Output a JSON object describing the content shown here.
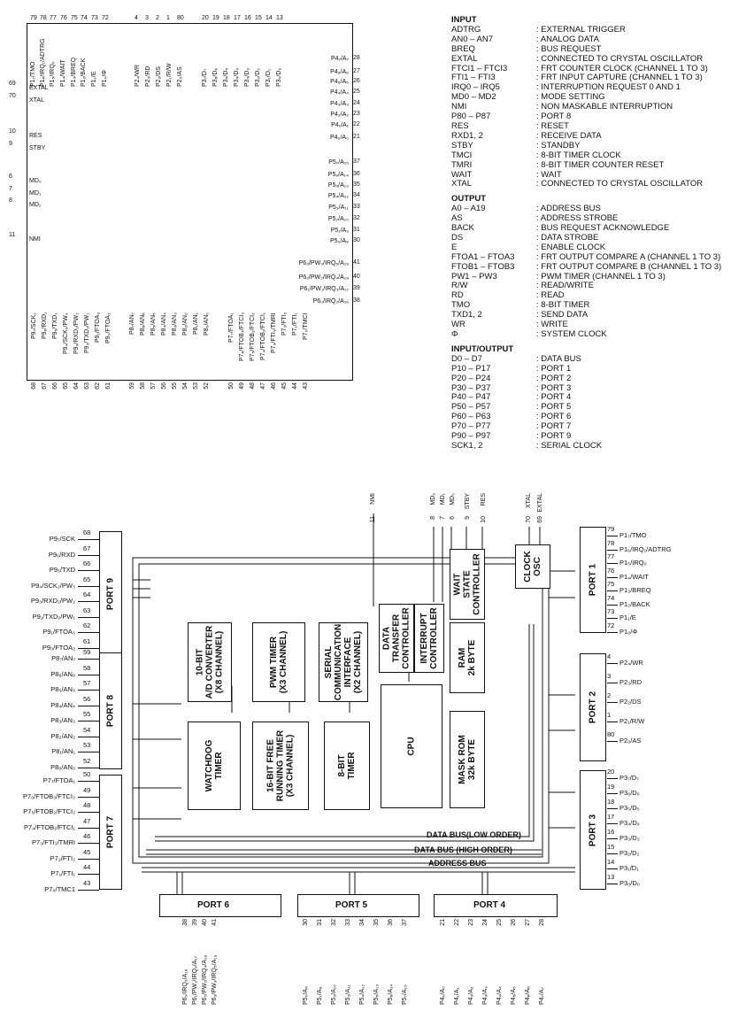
{
  "pinout": {
    "top_pins": [
      {
        "num": "79",
        "label": "P1₇/TMO"
      },
      {
        "num": "78",
        "label": "P1₆/IRQ₁/ADTRG"
      },
      {
        "num": "77",
        "label": "P1₅/IRQ₀"
      },
      {
        "num": "76",
        "label": "P1₄/WAIT"
      },
      {
        "num": "75",
        "label": "P1₃/BREQ"
      },
      {
        "num": "74",
        "label": "P1₂/BACK"
      },
      {
        "num": "73",
        "label": "P1₁/E"
      },
      {
        "num": "72",
        "label": "P1₀/Φ"
      },
      {
        "num": "4",
        "label": "P2₄/WR"
      },
      {
        "num": "3",
        "label": "P2₃/RD"
      },
      {
        "num": "2",
        "label": "P2₂/DS"
      },
      {
        "num": "1",
        "label": "P2₁/R/W"
      },
      {
        "num": "80",
        "label": "P2₀/AS"
      },
      {
        "num": "20",
        "label": "P3₇/D₇"
      },
      {
        "num": "19",
        "label": "P3₆/D₆"
      },
      {
        "num": "18",
        "label": "P3₅/D₅"
      },
      {
        "num": "17",
        "label": "P3₄/D₄"
      },
      {
        "num": "16",
        "label": "P3₃/D₃"
      },
      {
        "num": "15",
        "label": "P3₂/D₂"
      },
      {
        "num": "14",
        "label": "P3₁/D₁"
      },
      {
        "num": "13",
        "label": "P3₀/D₀"
      }
    ],
    "left_pins": [
      {
        "num": "69",
        "label": "EXTAL"
      },
      {
        "num": "70",
        "label": "XTAL"
      },
      {
        "num": "10",
        "label": "RES"
      },
      {
        "num": "9",
        "label": "STBY"
      },
      {
        "num": "6",
        "label": "MD₀"
      },
      {
        "num": "7",
        "label": "MD₁"
      },
      {
        "num": "8",
        "label": "MD₂"
      },
      {
        "num": "11",
        "label": "NMI"
      }
    ],
    "right_pins": [
      {
        "num": "28",
        "label": "P4₇/A₇"
      },
      {
        "num": "27",
        "label": "P4₆/A₆"
      },
      {
        "num": "26",
        "label": "P4₅/A₅"
      },
      {
        "num": "25",
        "label": "P4₄/A₄"
      },
      {
        "num": "24",
        "label": "P4₃/A₃"
      },
      {
        "num": "23",
        "label": "P4₂/A₂"
      },
      {
        "num": "22",
        "label": "P4₁/A₁"
      },
      {
        "num": "21",
        "label": "P4₀/A₀"
      },
      {
        "num": "37",
        "label": "P5₇/A₁₅"
      },
      {
        "num": "36",
        "label": "P5₆/A₁₄"
      },
      {
        "num": "35",
        "label": "P5₅/A₁₃"
      },
      {
        "num": "34",
        "label": "P5₄/A₁₂"
      },
      {
        "num": "33",
        "label": "P5₃/A₁₁"
      },
      {
        "num": "32",
        "label": "P5₂/A₁₀"
      },
      {
        "num": "31",
        "label": "P5₁/A₉"
      },
      {
        "num": "30",
        "label": "P5₀/A₈"
      },
      {
        "num": "41",
        "label": "P6₃/PW₃/IRQ₅/A₁₉"
      },
      {
        "num": "40",
        "label": "P6₂/PW₂/IRQ₄/A₁₈"
      },
      {
        "num": "39",
        "label": "P6₁/PW₁/IRQ₃/A₁₇"
      },
      {
        "num": "38",
        "label": "P6₀/IRQ₂/A₁₆"
      }
    ],
    "bottom_pins": [
      {
        "num": "68",
        "label": "P9₇/SCK₁"
      },
      {
        "num": "67",
        "label": "P9₆/RXD₁"
      },
      {
        "num": "66",
        "label": "P9₅/TXD₁"
      },
      {
        "num": "65",
        "label": "P9₄/SCK₂/PW₃"
      },
      {
        "num": "64",
        "label": "P9₃/RXD₂/PW₂"
      },
      {
        "num": "63",
        "label": "P9₂/TXD₂/PW₁"
      },
      {
        "num": "62",
        "label": "P9₁/FTOA₃"
      },
      {
        "num": "61",
        "label": "P9₀/FTOA₂"
      },
      {
        "num": "59",
        "label": "P8₇/AN₇"
      },
      {
        "num": "58",
        "label": "P8₆/AN₆"
      },
      {
        "num": "57",
        "label": "P8₅/AN₅"
      },
      {
        "num": "56",
        "label": "P8₄/AN₄"
      },
      {
        "num": "55",
        "label": "P8₃/AN₃"
      },
      {
        "num": "54",
        "label": "P8₂/AN₂"
      },
      {
        "num": "53",
        "label": "P8₁/AN₁"
      },
      {
        "num": "52",
        "label": "P8₀/AN₀"
      },
      {
        "num": "50",
        "label": "P7₇/FTOA₁"
      },
      {
        "num": "49",
        "label": "P7₆/FTOB₃/FTCI₃"
      },
      {
        "num": "48",
        "label": "P7₅/FTOB₂/FTCI₂"
      },
      {
        "num": "47",
        "label": "P7₄/FTOB₁/FTCI₁"
      },
      {
        "num": "46",
        "label": "P7₃/FTI₃/TMRI"
      },
      {
        "num": "45",
        "label": "P7₂/FTI₂"
      },
      {
        "num": "44",
        "label": "P7₁/FTI₁"
      },
      {
        "num": "43",
        "label": "P7₀/TMCI"
      }
    ]
  },
  "legend": [
    {
      "heading": "INPUT",
      "rows": [
        [
          "ADTRG",
          ": EXTERNAL TRIGGER"
        ],
        [
          "AN0 – AN7",
          ": ANALOG DATA"
        ],
        [
          "BREQ",
          ": BUS REQUEST"
        ],
        [
          "EXTAL",
          ": CONNECTED TO CRYSTAL OSCILLATOR"
        ],
        [
          "FTCI1 – FTCI3",
          ": FRT COUNTER CLOCK (CHANNEL 1 TO 3)"
        ],
        [
          "FTI1 – FTI3",
          ": FRT INPUT CAPTURE (CHANNEL 1 TO 3)"
        ],
        [
          "IRQ0 – IRQ5",
          ": INTERRUPTION REQUEST 0 AND 1"
        ],
        [
          "MD0 – MD2",
          ": MODE SETTING"
        ],
        [
          "NMI",
          ": NON MASKABLE INTERRUPTION"
        ],
        [
          "P80 – P87",
          ": PORT 8"
        ],
        [
          "RES",
          ": RESET"
        ],
        [
          "RXD1, 2",
          ": RECEIVE DATA"
        ],
        [
          "STBY",
          ": STANDBY"
        ],
        [
          "TMCI",
          ": 8-BIT TIMER CLOCK"
        ],
        [
          "TMRI",
          ": 8-BIT TIMER COUNTER RESET"
        ],
        [
          "WAIT",
          ": WAIT"
        ],
        [
          "XTAL",
          ": CONNECTED TO CRYSTAL OSCILLATOR"
        ]
      ]
    },
    {
      "heading": "OUTPUT",
      "rows": [
        [
          "A0 – A19",
          ": ADDRESS BUS"
        ],
        [
          "AS",
          ": ADDRESS STROBE"
        ],
        [
          "BACK",
          ": BUS REQUEST ACKNOWLEDGE"
        ],
        [
          "DS",
          ": DATA STROBE"
        ],
        [
          "E",
          ": ENABLE CLOCK"
        ],
        [
          "FTOA1 – FTOA3",
          ": FRT OUTPUT COMPARE A (CHANNEL 1 TO 3)"
        ],
        [
          "FTOB1 – FTOB3",
          ": FRT OUTPUT COMPARE B (CHANNEL 1 TO 3)"
        ],
        [
          "PW1 – PW3",
          ": PWM TIMER (CHANNEL 1 TO 3)"
        ],
        [
          "R/W",
          ": READ/WRITE"
        ],
        [
          "RD",
          ": READ"
        ],
        [
          "TMO",
          ": 8-BIT TIMER"
        ],
        [
          "TXD1, 2",
          ": SEND DATA"
        ],
        [
          "WR",
          ": WRITE"
        ],
        [
          "Φ",
          ": SYSTEM CLOCK"
        ]
      ]
    },
    {
      "heading": "INPUT/OUTPUT",
      "rows": [
        [
          "D0 – D7",
          ": DATA BUS"
        ],
        [
          "P10 – P17",
          ": PORT 1"
        ],
        [
          "P20 – P24",
          ": PORT 2"
        ],
        [
          "P30 – P37",
          ": PORT 3"
        ],
        [
          "P40 – P47",
          ": PORT 4"
        ],
        [
          "P50 – P57",
          ": PORT 5"
        ],
        [
          "P60 – P63",
          ": PORT 6"
        ],
        [
          "P70 – P77",
          ": PORT 7"
        ],
        [
          "P90 – P97",
          ": PORT 9"
        ],
        [
          "SCK1, 2",
          ": SERIAL CLOCK"
        ]
      ]
    }
  ],
  "block": {
    "blocks": {
      "adc": "10-BIT\nA/D CONVERTER\n(X8 CHANNEL)",
      "pwm": "PWM TIMER\n(X3 CHANNEL)",
      "sci": "SERIAL\nCOMMUNICATION\nINTERFACE\n(X2 CHANNEL)",
      "dtc": "DATA\nTRANSFER\nCONTROLLER",
      "intc": "INTERRUPT\nCONTROLLER",
      "wait": "WAIT\nSTATE\nCONTROLLER",
      "clock": "CLOCK\nOSC",
      "ram": "RAM\n2k BYTE",
      "rom": "MASK ROM\n32k BYTE",
      "cpu": "CPU",
      "wdt": "WATCHDOG\nTIMER",
      "frt": "16-BIT FREE\nRUNNING TIMER\n(X3 CHANNEL)",
      "tmr8": "8-BIT\nTIMER"
    },
    "ports": {
      "p1": "PORT 1",
      "p2": "PORT 2",
      "p3": "PORT 3",
      "p4": "PORT 4",
      "p5": "PORT 5",
      "p6": "PORT 6",
      "p7": "PORT 7",
      "p8": "PORT 8",
      "p9": "PORT 9"
    },
    "buses": {
      "data_low": "DATA BUS(LOW ORDER)",
      "data_high": "DATA BUS (HIGH ORDER)",
      "address": "ADDRESS BUS"
    },
    "top_signals": [
      {
        "num": "11",
        "label": "NMI"
      },
      {
        "num": "8",
        "label": "MD₂"
      },
      {
        "num": "7",
        "label": "MD₁"
      },
      {
        "num": "6",
        "label": "MD₀"
      },
      {
        "num": "9",
        "label": "STBY"
      },
      {
        "num": "10",
        "label": "RES"
      },
      {
        "num": "70",
        "label": "XTAL"
      },
      {
        "num": "69",
        "label": "EXTAL"
      }
    ],
    "port9_pins": [
      {
        "num": "68",
        "label": "P9₇/SCK"
      },
      {
        "num": "67",
        "label": "P9₆/RXD"
      },
      {
        "num": "66",
        "label": "P9₅/TXD"
      },
      {
        "num": "65",
        "label": "P9₄/SCK₂/PW₃"
      },
      {
        "num": "64",
        "label": "P9₃/RXD₂/PW₂"
      },
      {
        "num": "63",
        "label": "P9₁/TXD₂/PW₁"
      },
      {
        "num": "62",
        "label": "P9₁/FTOA₃"
      },
      {
        "num": "61",
        "label": "P9₀/FTOA₂"
      }
    ],
    "port8_pins": [
      {
        "num": "59",
        "label": "P8₇/AN₇"
      },
      {
        "num": "58",
        "label": "P8₆/AN₆"
      },
      {
        "num": "57",
        "label": "P8₅/AN₅"
      },
      {
        "num": "56",
        "label": "P8₄/AN₄"
      },
      {
        "num": "55",
        "label": "P8₃/AN₃"
      },
      {
        "num": "54",
        "label": "P8₂/AN₂"
      },
      {
        "num": "53",
        "label": "P8₁/AN₁"
      },
      {
        "num": "52",
        "label": "P8₀/AN₀"
      }
    ],
    "port7_pins": [
      {
        "num": "50",
        "label": "P7₇/FTOA₁"
      },
      {
        "num": "49",
        "label": "P7₆/FTOB₃/FTCI₃"
      },
      {
        "num": "48",
        "label": "P7₅/FTOB₂/FTCI₂"
      },
      {
        "num": "47",
        "label": "P7₄/FTOB₁/FTCI₁"
      },
      {
        "num": "46",
        "label": "P7₃/FTI₃/TMRI"
      },
      {
        "num": "45",
        "label": "P7₂/FTI₂"
      },
      {
        "num": "44",
        "label": "P7₁/FTI₁"
      },
      {
        "num": "43",
        "label": "P7₀/TMC1"
      }
    ],
    "port1_pins": [
      {
        "num": "79",
        "label": "P1₇/TMO"
      },
      {
        "num": "78",
        "label": "P1₆/IRQ₁/ADTRG"
      },
      {
        "num": "77",
        "label": "P1₅/IRQ₀"
      },
      {
        "num": "76",
        "label": "P1₄/WAIT"
      },
      {
        "num": "75",
        "label": "P1₃/BREQ"
      },
      {
        "num": "74",
        "label": "P1₂/BACK"
      },
      {
        "num": "73",
        "label": "P1₁/E"
      },
      {
        "num": "72",
        "label": "P1₀/Φ"
      }
    ],
    "port2_pins": [
      {
        "num": "4",
        "label": "P2₄/WR"
      },
      {
        "num": "3",
        "label": "P2₃/RD"
      },
      {
        "num": "2",
        "label": "P2₂/DS"
      },
      {
        "num": "1",
        "label": "P2₁/R/W"
      },
      {
        "num": "80",
        "label": "P2₀/AS"
      }
    ],
    "port3_pins": [
      {
        "num": "20",
        "label": "P3₇/D₇"
      },
      {
        "num": "19",
        "label": "P3₆/D₆"
      },
      {
        "num": "18",
        "label": "P3₅/D₅"
      },
      {
        "num": "17",
        "label": "P3₄/D₄"
      },
      {
        "num": "16",
        "label": "P3₃/D₃"
      },
      {
        "num": "15",
        "label": "P3₂/D₂"
      },
      {
        "num": "14",
        "label": "P3₁/D₁"
      },
      {
        "num": "13",
        "label": "P3₀/D₀"
      }
    ],
    "port6_pins": [
      {
        "num": "38",
        "label": "P6₀/IRQ₂/A₁₆"
      },
      {
        "num": "39",
        "label": "P6₁/PW₁/IRQ₃/A₁₇"
      },
      {
        "num": "40",
        "label": "P6₂/PW₂/IRQ₄/A₁₈"
      },
      {
        "num": "41",
        "label": "P6₃/PW₃/IRQ₅/A₁₉"
      }
    ],
    "port5_pins": [
      {
        "num": "30",
        "label": "P5₀/A₈"
      },
      {
        "num": "31",
        "label": "P5₁/A₉"
      },
      {
        "num": "32",
        "label": "P5₂/A₁₀"
      },
      {
        "num": "33",
        "label": "P5₃/A₁₁"
      },
      {
        "num": "34",
        "label": "P5₄/A₁₂"
      },
      {
        "num": "35",
        "label": "P5₅/A₁₃"
      },
      {
        "num": "36",
        "label": "P5₆/A₁₄"
      },
      {
        "num": "37",
        "label": "P5₇/A₁₅"
      }
    ],
    "port4_pins": [
      {
        "num": "21",
        "label": "P4₀/A₀"
      },
      {
        "num": "22",
        "label": "P4₁/A₁"
      },
      {
        "num": "23",
        "label": "P4₂/A₂"
      },
      {
        "num": "24",
        "label": "P4₃/A₃"
      },
      {
        "num": "25",
        "label": "P4₄/A₄"
      },
      {
        "num": "26",
        "label": "P4₅/A₅"
      },
      {
        "num": "27",
        "label": "P4₆/A₆"
      },
      {
        "num": "28",
        "label": "P4₇/A₇"
      }
    ]
  }
}
